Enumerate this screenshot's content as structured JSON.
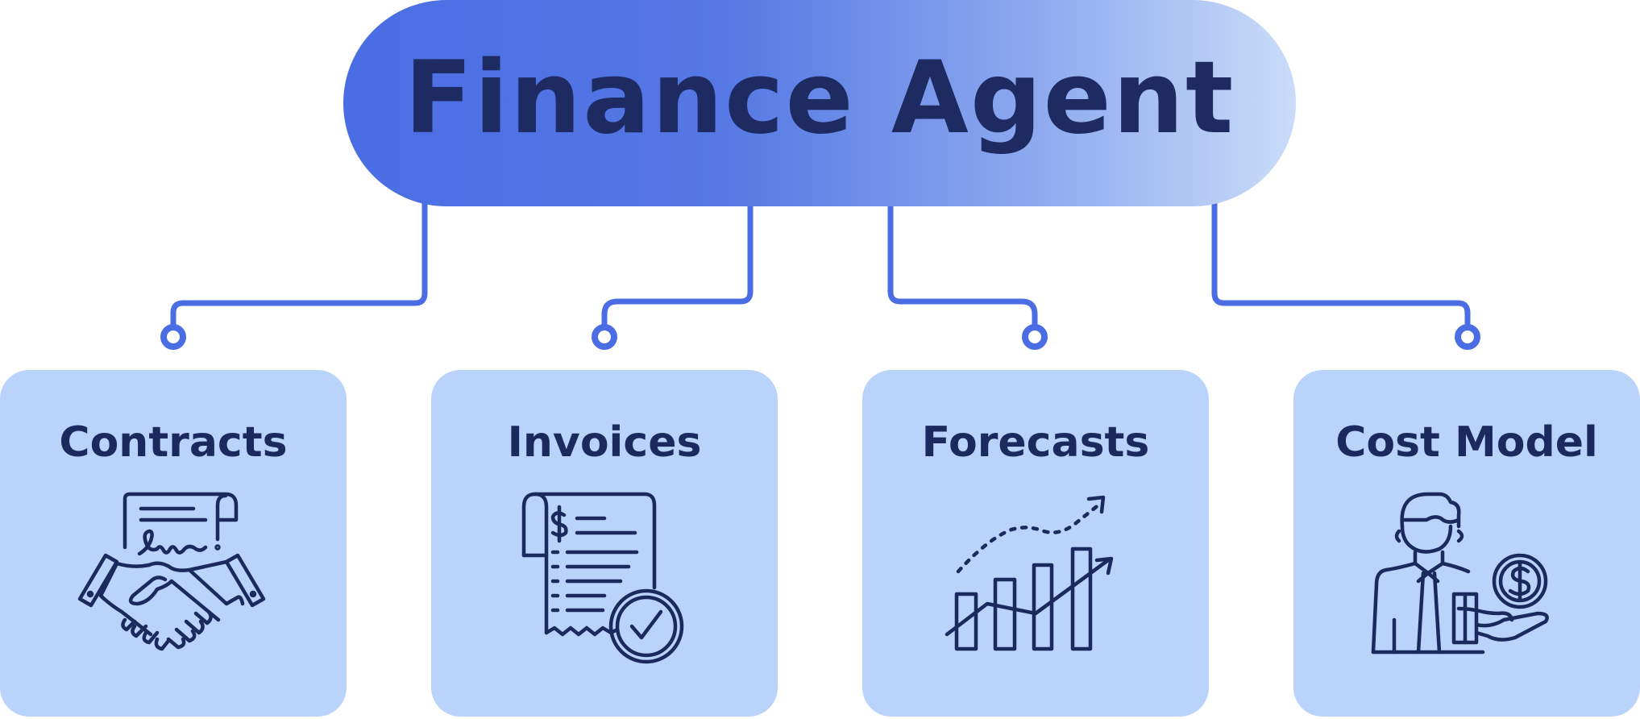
{
  "title": "Finance Agent",
  "colors": {
    "pill_start": "#4a6de4",
    "pill_end": "#c9dcf8",
    "connector": "#4a6de4",
    "card_bg": "#b9d3fa",
    "text": "#1b2a5e"
  },
  "cards": [
    {
      "label": "Contracts",
      "icon": "handshake-contract-icon"
    },
    {
      "label": "Invoices",
      "icon": "invoice-check-icon"
    },
    {
      "label": "Forecasts",
      "icon": "growth-chart-icon"
    },
    {
      "label": "Cost Model",
      "icon": "businessman-money-icon"
    }
  ]
}
